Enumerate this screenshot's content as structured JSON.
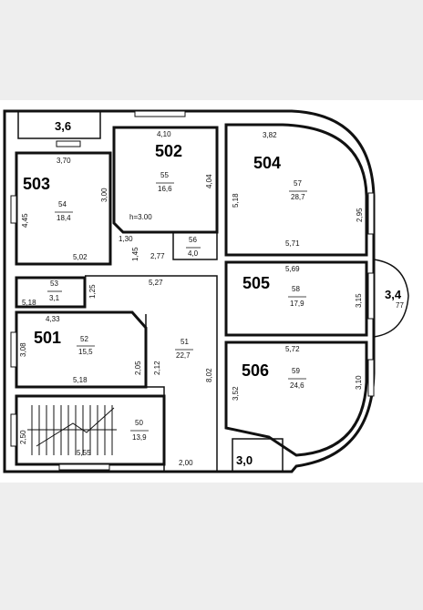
{
  "rooms": [
    {
      "id": "501",
      "num": "52",
      "area": "15,5"
    },
    {
      "id": "502",
      "num": "55",
      "area": "16,6"
    },
    {
      "id": "503",
      "num": "54",
      "area": "18,4"
    },
    {
      "id": "504",
      "num": "57",
      "area": "28,7"
    },
    {
      "id": "505",
      "num": "58",
      "area": "17,9"
    },
    {
      "id": "506",
      "num": "59",
      "area": "24,6"
    }
  ],
  "small_rooms": [
    {
      "num": "56",
      "area": "4,0"
    },
    {
      "num": "53",
      "area": "3,1"
    },
    {
      "num": "51",
      "area": "22,7"
    },
    {
      "num": "50",
      "area": "13,9"
    }
  ],
  "outside_labels": {
    "top_left": "3,6",
    "right": "3,4",
    "bottom": "3,0",
    "right_small": "77"
  },
  "height_note": "h=3.00",
  "dims": {
    "d_3_70": "3,70",
    "d_4_45": "4,45",
    "d_3_00": "3,00",
    "d_5_02": "5,02",
    "d_4_10": "4,10",
    "d_4_04": "4,04",
    "d_1_30": "1,30",
    "d_1_45": "1,45",
    "d_2_77": "2,77",
    "d_3_82": "3,82",
    "d_5_18_a": "5,18",
    "d_2_95": "2,95",
    "d_5_71": "5,71",
    "d_5_27": "5,27",
    "d_5_18_b": "5,18",
    "d_1_25": "1,25",
    "d_5_69": "5,69",
    "d_3_15": "3,15",
    "d_4_33": "4,33",
    "d_3_08": "3,08",
    "d_2_05": "2,05",
    "d_2_12": "2,12",
    "d_5_18_c": "5,18",
    "d_8_02": "8,02",
    "d_5_72": "5,72",
    "d_3_52": "3,52",
    "d_3_10": "3,10",
    "d_2_50": "2,50",
    "d_5_55": "5,55",
    "d_2_00": "2,00"
  }
}
